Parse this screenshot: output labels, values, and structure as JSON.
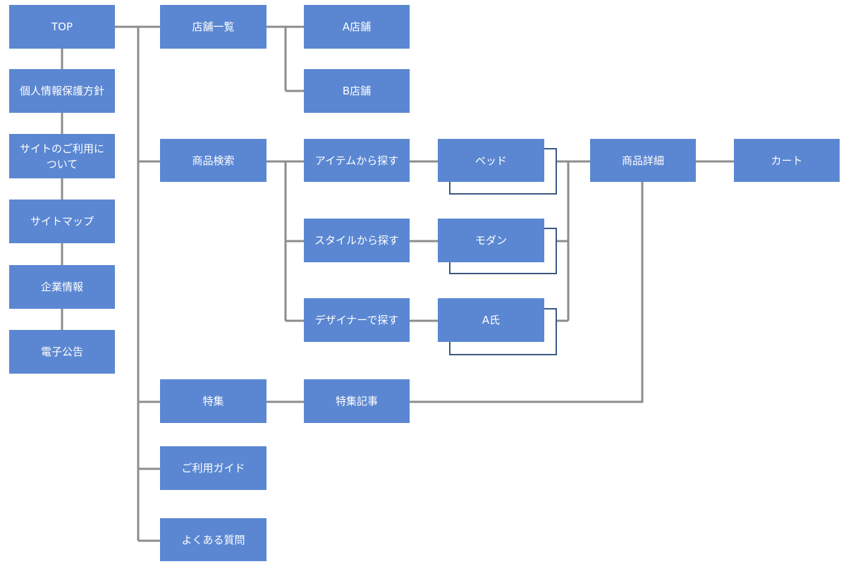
{
  "nodes": {
    "top": "TOP",
    "privacy": "個人情報保護方針",
    "site_usage": "サイトのご利用に\nついて",
    "sitemap": "サイトマップ",
    "company": "企業情報",
    "public_notice": "電子公告",
    "store_list": "店舗一覧",
    "store_a": "A店舗",
    "store_b": "B店舗",
    "product_search": "商品検索",
    "search_item": "アイテムから探す",
    "search_style": "スタイルから探す",
    "search_designer": "デザイナーで探す",
    "bed": "ベッド",
    "modern": "モダン",
    "designer_a": "A氏",
    "product_detail": "商品詳細",
    "cart": "カート",
    "feature": "特集",
    "feature_article": "特集記事",
    "guide": "ご利用ガイド",
    "faq": "よくある質問"
  },
  "colors": {
    "node_fill": "#5b87d2",
    "node_text": "#ffffff",
    "connector": "#8c8c8c",
    "stack_border": "#3b5886"
  }
}
